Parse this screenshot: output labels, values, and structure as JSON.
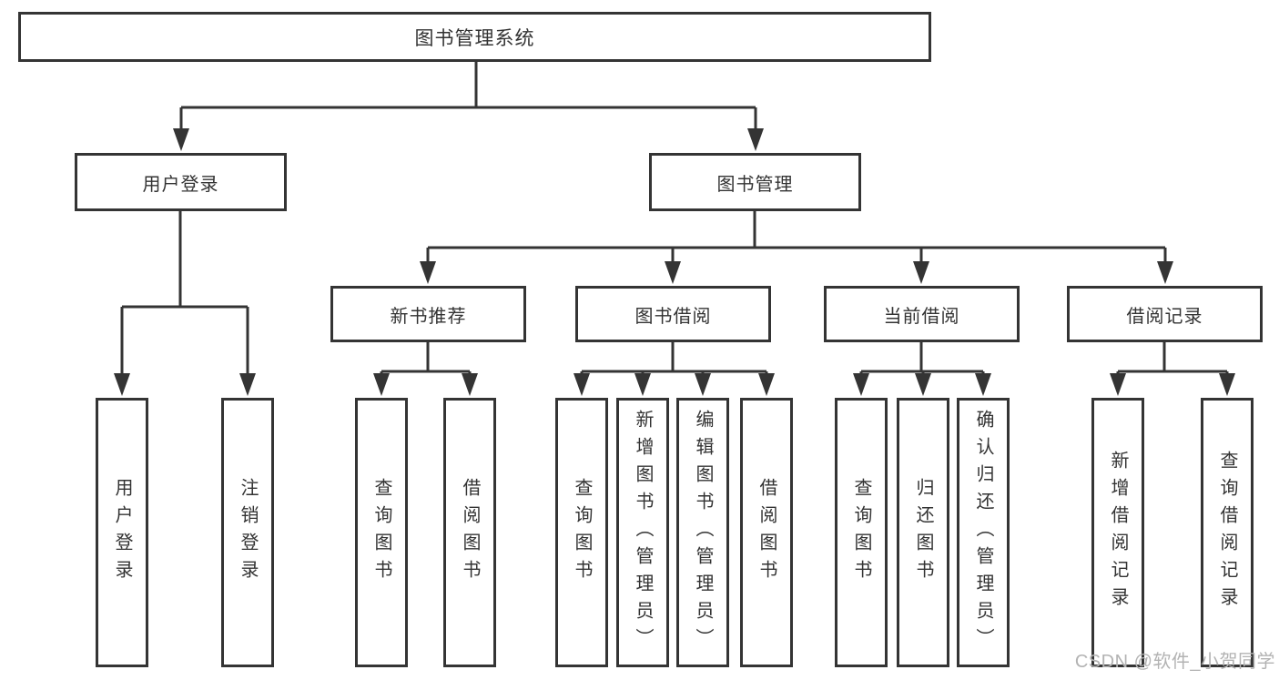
{
  "diagram": {
    "root": "图书管理系统",
    "user_branch": {
      "label": "用户登录",
      "children": [
        "用户登录",
        "注销登录"
      ]
    },
    "mgmt_branch": {
      "label": "图书管理",
      "groups": [
        {
          "label": "新书推荐",
          "children": [
            "查询图书",
            "借阅图书"
          ]
        },
        {
          "label": "图书借阅",
          "children": [
            "查询图书",
            "新增图书（管理员）",
            "编辑图书（管理员）",
            "借阅图书"
          ]
        },
        {
          "label": "当前借阅",
          "children": [
            "查询图书",
            "归还图书",
            "确认归还（管理员）"
          ]
        },
        {
          "label": "借阅记录",
          "children": [
            "新增借阅记录",
            "查询借阅记录"
          ]
        }
      ]
    }
  },
  "watermark": "CSDN @软件_小贺同学",
  "colors": {
    "line": "#343434",
    "text": "#333333",
    "background": "#ffffff",
    "watermark": "#b3b3b3"
  }
}
